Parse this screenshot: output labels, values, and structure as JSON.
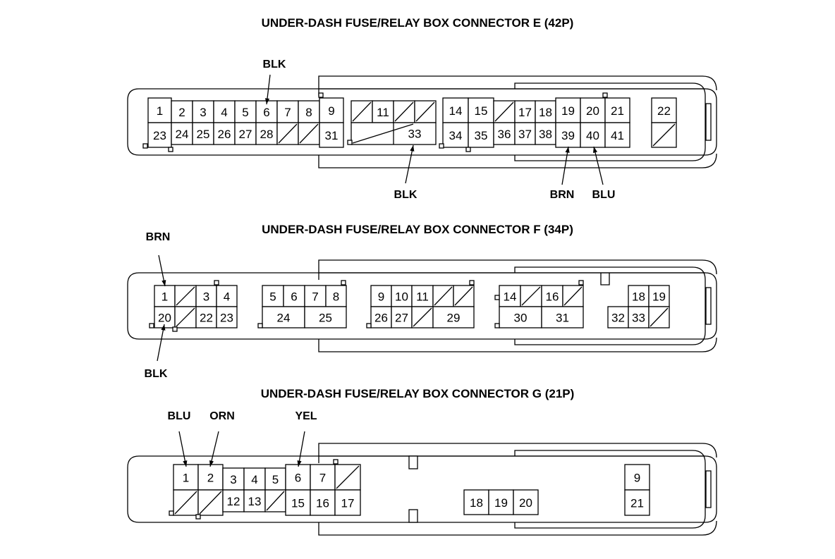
{
  "colors": {
    "line": "#000000",
    "background": "#ffffff"
  },
  "connectors": [
    {
      "id": "E",
      "title": "UNDER-DASH FUSE/RELAY BOX CONNECTOR E (42P)",
      "wire_labels": [
        "BLK",
        "BLK",
        "BRN",
        "BLU"
      ],
      "pins": [
        "1",
        "2",
        "3",
        "4",
        "5",
        "6",
        "7",
        "8",
        "9",
        "11",
        "14",
        "15",
        "17",
        "18",
        "19",
        "20",
        "21",
        "22",
        "23",
        "24",
        "25",
        "26",
        "27",
        "28",
        "31",
        "33",
        "34",
        "35",
        "36",
        "37",
        "38",
        "39",
        "40",
        "41"
      ]
    },
    {
      "id": "F",
      "title": "UNDER-DASH FUSE/RELAY BOX CONNECTOR F (34P)",
      "wire_labels": [
        "BRN",
        "BLK"
      ],
      "pins": [
        "1",
        "3",
        "4",
        "20",
        "22",
        "23",
        "5",
        "6",
        "7",
        "8",
        "24",
        "25",
        "9",
        "10",
        "11",
        "26",
        "27",
        "29",
        "14",
        "16",
        "30",
        "31",
        "18",
        "19",
        "32",
        "33"
      ]
    },
    {
      "id": "G",
      "title": "UNDER-DASH FUSE/RELAY BOX CONNECTOR G (21P)",
      "wire_labels": [
        "BLU",
        "ORN",
        "YEL"
      ],
      "pins": [
        "1",
        "2",
        "3",
        "4",
        "5",
        "12",
        "13",
        "6",
        "7",
        "15",
        "16",
        "17",
        "18",
        "19",
        "20",
        "9",
        "21"
      ]
    }
  ]
}
